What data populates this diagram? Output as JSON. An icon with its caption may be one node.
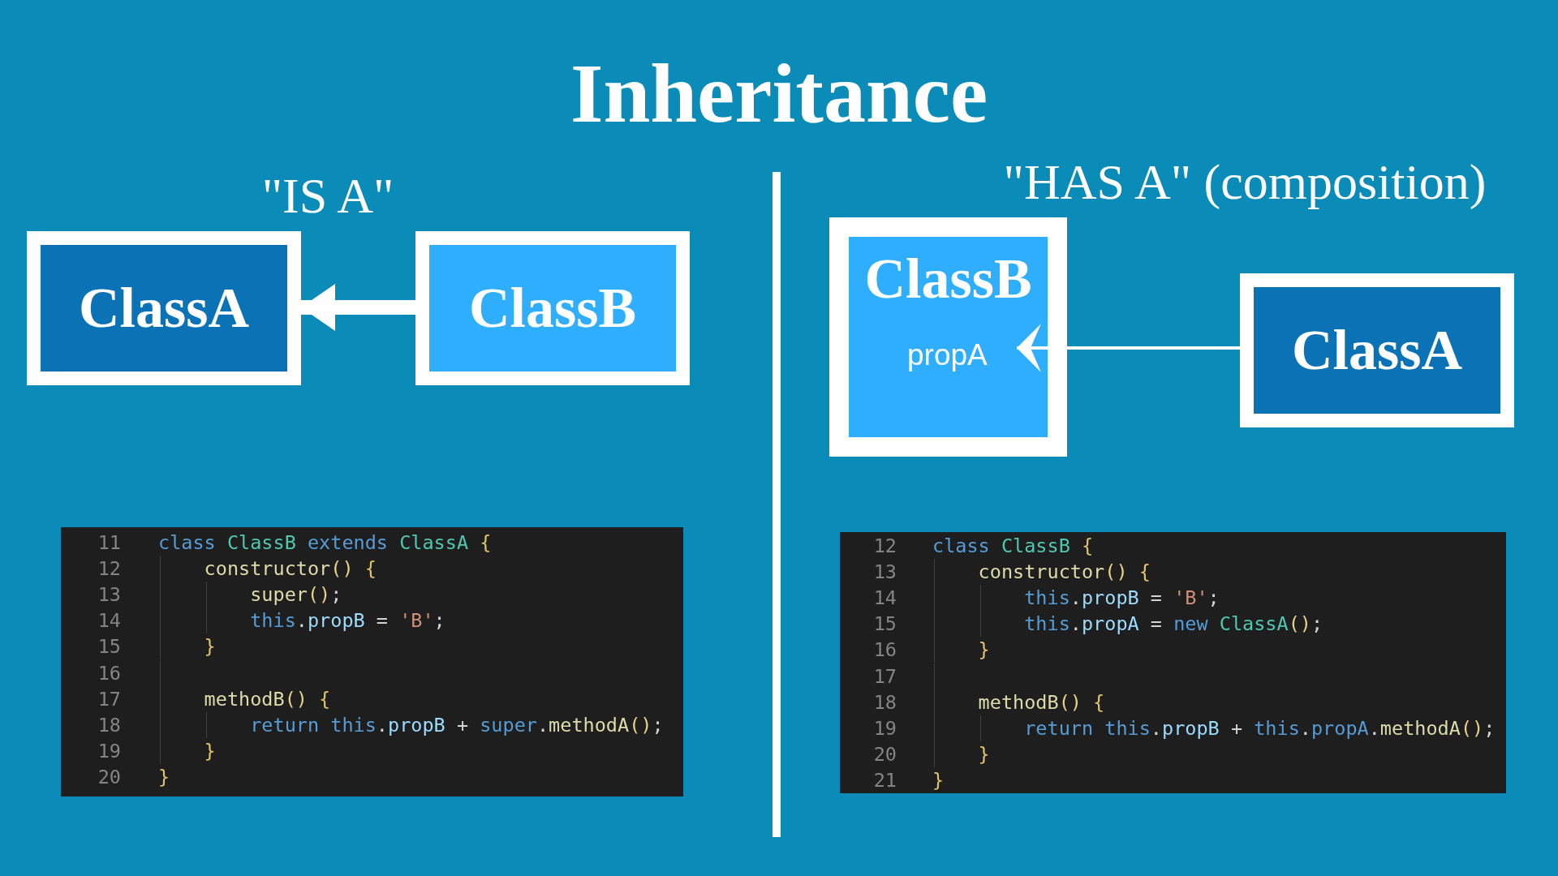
{
  "diagram": {
    "title": "Inheritance",
    "nodes": [
      {
        "text": [
          "ClassA"
        ]
      },
      {
        "text": [
          "ClassB"
        ]
      },
      {
        "text": [
          "ClassB"
        ]
      },
      {
        "text": [
          "propA"
        ],
        "in": 2
      },
      {
        "text": [
          "ClassA"
        ]
      }
    ],
    "edges": [
      {
        "from": 1,
        "to": 0,
        "arrow": "to",
        "style": "thick"
      },
      {
        "from": 4,
        "to": 3,
        "arrow": "to"
      }
    ],
    "labels": [
      "\"IS A\"",
      "\"HAS A\" (composition)",
      "11",
      "class ClassB extends ClassA {",
      "12",
      "    constructor() {",
      "13",
      "        super();",
      "14",
      "        this.propB = 'B';",
      "15",
      "    }",
      "16",
      "17",
      "    methodB() {",
      "18",
      "        return this.propB + super.methodA();",
      "19",
      "    }",
      "20",
      "}",
      "12",
      "class ClassB {",
      "13",
      "    constructor() {",
      "14",
      "        this.propB = 'B';",
      "15",
      "        this.propA = new ClassA();",
      "16",
      "    }",
      "17",
      "18",
      "    methodB() {",
      "19",
      "        return this.propB + this.propA.methodA();",
      "20",
      "    }",
      "21",
      "}"
    ]
  }
}
